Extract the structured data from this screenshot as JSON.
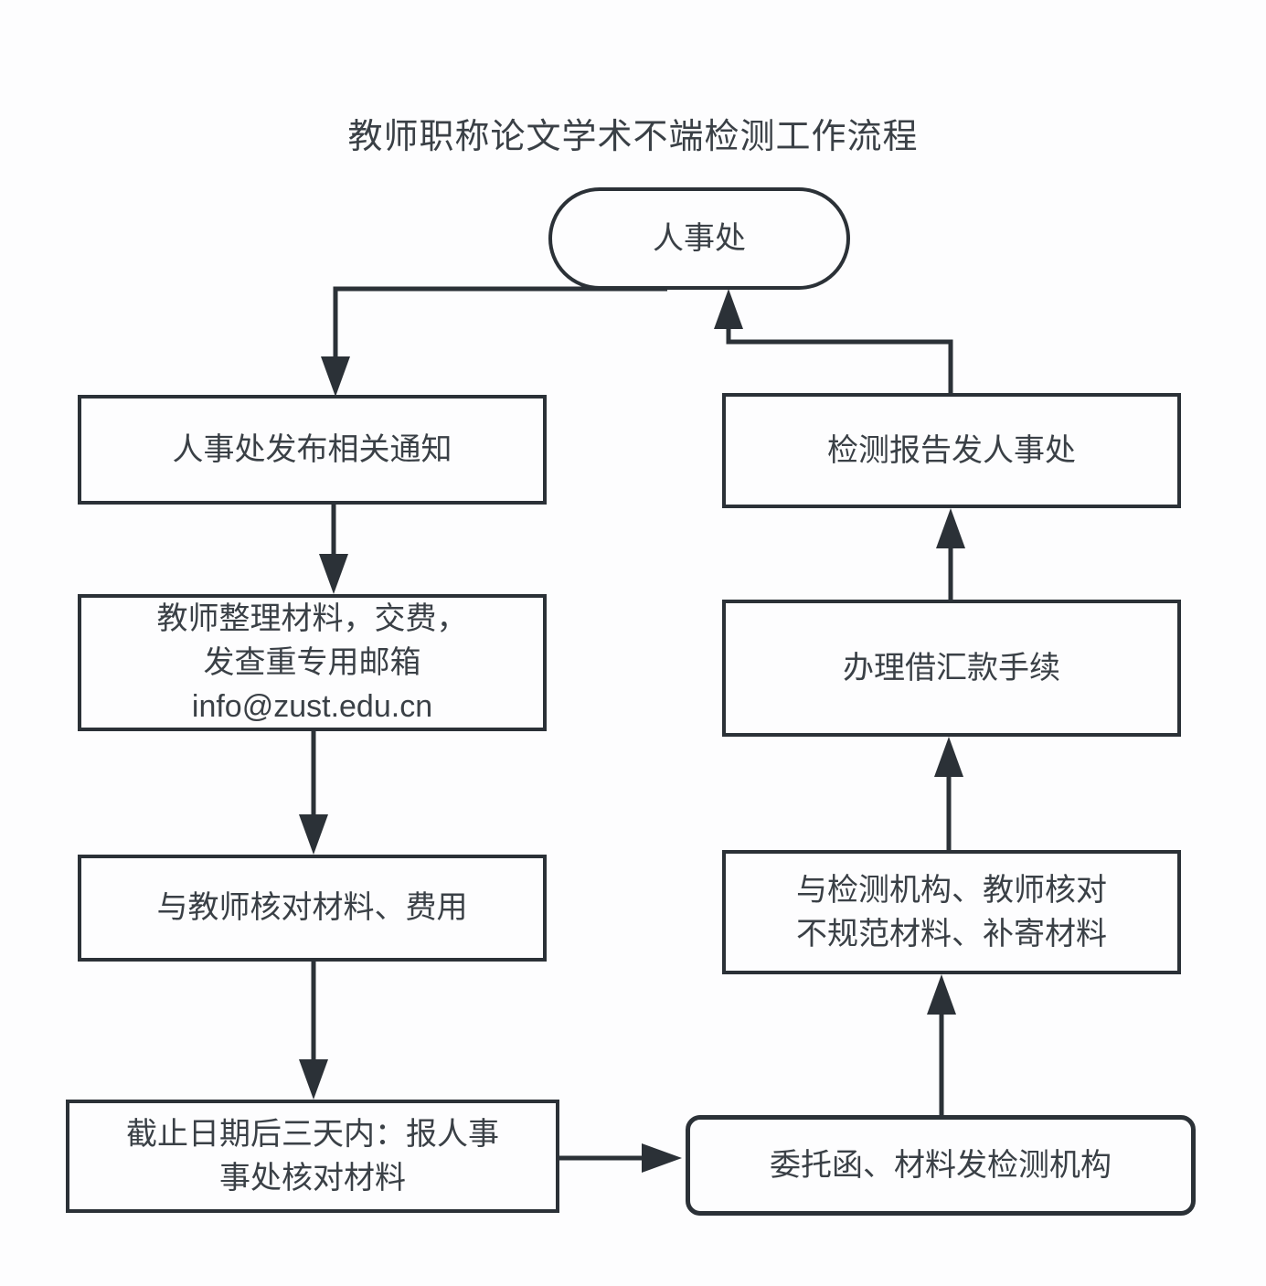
{
  "title": "教师职称论文学术不端检测工作流程",
  "colors": {
    "stroke": "#2b3137",
    "text": "#3a4046",
    "background": "#fdfdfe"
  },
  "nodes": {
    "start": {
      "shape": "rounded-pill",
      "label": "人事处"
    },
    "left_column": [
      {
        "id": "publish-notice",
        "lines": [
          "人事处发布相关通知"
        ]
      },
      {
        "id": "teacher-materials",
        "lines": [
          "教师整理材料，交费，",
          "发查重专用邮箱",
          "info@zust.edu.cn"
        ]
      },
      {
        "id": "check-with-teacher",
        "lines": [
          "与教师核对材料、费用"
        ]
      },
      {
        "id": "deadline-report",
        "lines": [
          "截止日期后三天内：报人事",
          "事处核对材料"
        ]
      }
    ],
    "right_column": [
      {
        "id": "report-to-hr",
        "lines": [
          "检测报告发人事处"
        ]
      },
      {
        "id": "remittance-procedure",
        "lines": [
          "办理借汇款手续"
        ]
      },
      {
        "id": "verify-with-agency",
        "lines": [
          "与检测机构、教师核对",
          "不规范材料、补寄材料"
        ]
      },
      {
        "id": "send-to-agency",
        "shape": "rounded",
        "lines": [
          "委托函、材料发检测机构"
        ]
      }
    ]
  }
}
